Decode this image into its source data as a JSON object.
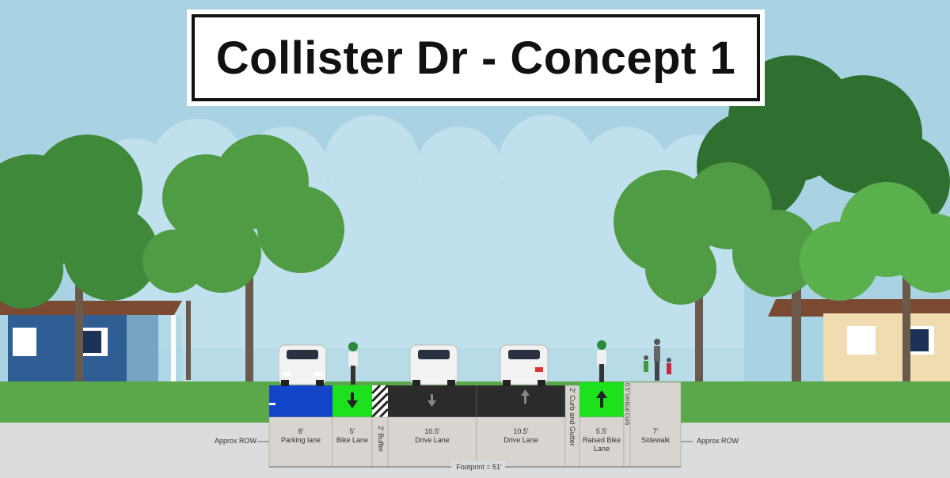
{
  "title": "Collister Dr - Concept 1",
  "row_label_left": "Approx ROW",
  "row_label_right": "Approx ROW",
  "footprint": "Footprint = 51'",
  "segments": [
    {
      "width": "8'",
      "name": "Parking lane",
      "color": "#1244c9"
    },
    {
      "width": "5'",
      "name": "Bike Lane",
      "color": "#1de11d"
    },
    {
      "width": "2'",
      "name": "Buffer",
      "color": "#ffffff"
    },
    {
      "width": "10.5'",
      "name": "Drive Lane",
      "color": "#2b2b2b"
    },
    {
      "width": "10.5'",
      "name": "Drive Lane",
      "color": "#2b2b2b"
    },
    {
      "width": "2'",
      "name": "Curb and Gutter",
      "color": "#d9d5cf"
    },
    {
      "width": "5.5'",
      "name": "Raised Bike Lane",
      "color": "#1de11d"
    },
    {
      "width": "0.5'",
      "name": "Vertical Curb",
      "color": "#d9d5cf"
    },
    {
      "width": "7'",
      "name": "Sidewalk",
      "color": "#d9d5cf"
    }
  ],
  "colors": {
    "sky": "#a9d3e3",
    "grass": "#5aa84a",
    "ground": "#dcdcdc",
    "house_left": "#2f5e95",
    "house_right": "#efdcb0"
  }
}
